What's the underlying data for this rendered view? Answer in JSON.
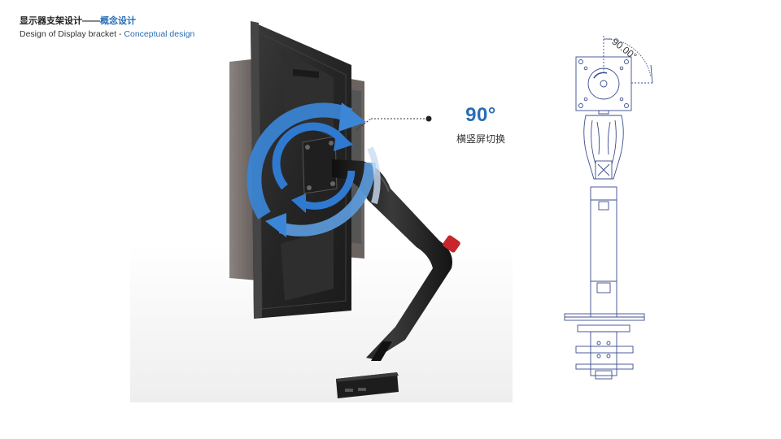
{
  "header": {
    "title_cn": "显示器支架设计",
    "title_dash": "——",
    "title_cn_accent": "概念设计",
    "subtitle_en": "Design of  Display bracket - ",
    "subtitle_en_accent": "Conceptual design"
  },
  "callout": {
    "value": "90°",
    "label": "横竖屏切换"
  },
  "drawing": {
    "angle_label": "90.00°"
  },
  "colors": {
    "accent": "#2a6db5",
    "arrow_blue": "#3b86d6",
    "monitor_dark": "#2b2b2b",
    "monitor_back": "#77706d",
    "arm_black": "#1b1b1b",
    "accent_red": "#c6262c",
    "line_blue": "#3a4d8f"
  }
}
